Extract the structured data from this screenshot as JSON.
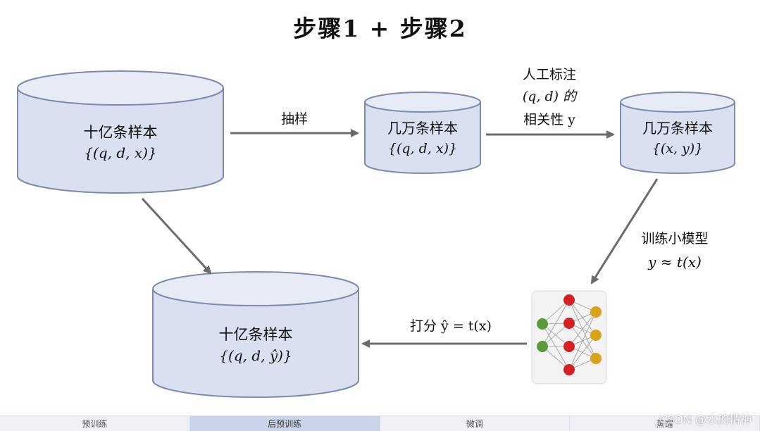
{
  "title": "步骤1 + 步骤2",
  "db_top_left": {
    "label": "十亿条样本",
    "math": "{(q, d, x)}"
  },
  "db_top_mid": {
    "label": "几万条样本",
    "math": "{(q, d, x)}"
  },
  "db_top_right": {
    "label": "几万条样本",
    "math": "{(x, y)}"
  },
  "db_bottom": {
    "label": "十亿条样本",
    "math": "{(q, d, ŷ)}"
  },
  "arrow_sample": {
    "label": "抽样"
  },
  "arrow_annotate": {
    "line1": "人工标注",
    "line2": "(q, d) 的",
    "line3": "相关性 y"
  },
  "arrow_train": {
    "line1": "训练小模型",
    "line2": "y ≈ t(x)"
  },
  "arrow_score": {
    "label": "打分 ŷ = t(x)"
  },
  "bottom_tabs": [
    {
      "label": "预训练",
      "active": false
    },
    {
      "label": "后预训练",
      "active": true
    },
    {
      "label": "微调",
      "active": false
    },
    {
      "label": "蒸馏",
      "active": false
    }
  ],
  "watermark": "CSDN @水的精神",
  "colors": {
    "db_fill": "#d9e0f0",
    "db_stroke": "#7d8aad",
    "arrow": "#6b6b6b",
    "node_green": "#5a9a3c",
    "node_red": "#d42020",
    "node_yellow": "#d9a21a"
  },
  "icons": [
    "neural-network-icon"
  ]
}
